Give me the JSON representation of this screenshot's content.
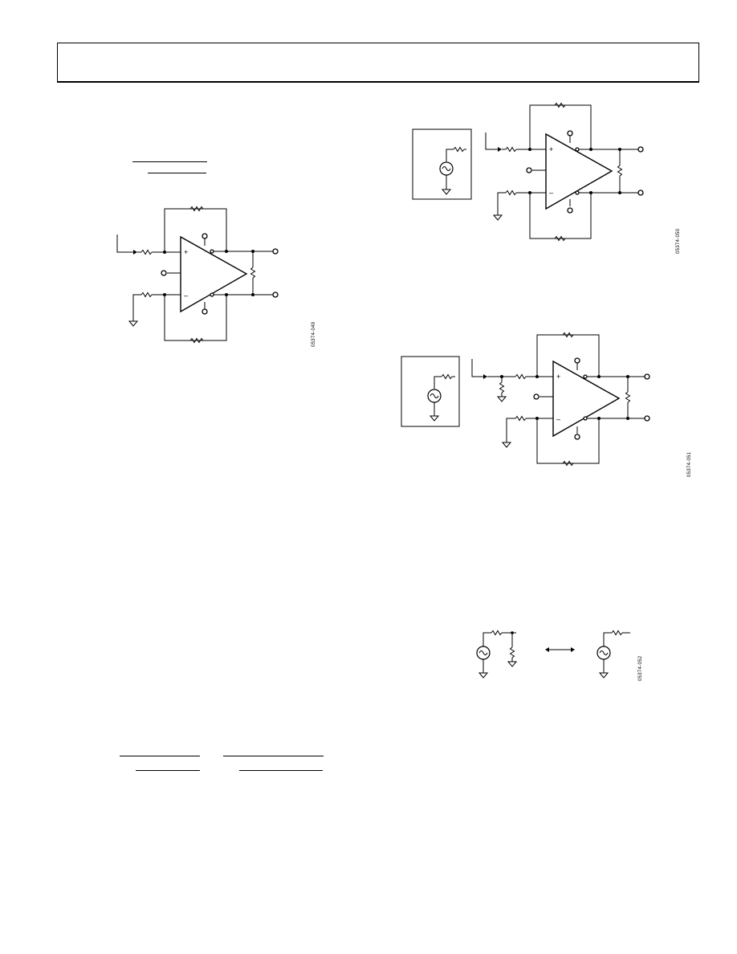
{
  "page": {
    "header_text": ""
  },
  "figures": [
    {
      "id": "figure-a",
      "plus_sign": "+",
      "minus_sign": "–",
      "figure_code": "05374-049"
    },
    {
      "id": "figure-b",
      "plus_sign": "+",
      "minus_sign": "–",
      "figure_code": "05374-050"
    },
    {
      "id": "figure-c",
      "plus_sign": "+",
      "minus_sign": "–",
      "figure_code": "05374-051"
    },
    {
      "id": "figure-d",
      "figure_code": "05374-052"
    }
  ]
}
